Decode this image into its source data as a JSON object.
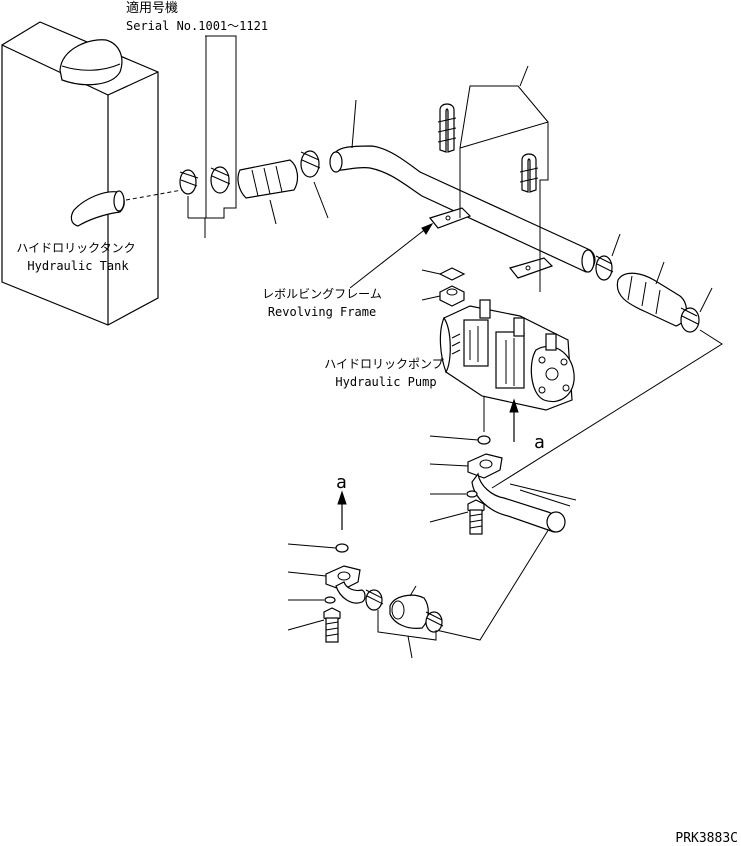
{
  "applicability": {
    "heading": "適用号機",
    "serial": "Serial No.1001～1121"
  },
  "labels": {
    "tank_jp": "ハイドロリックタンク",
    "tank_en": "Hydraulic Tank",
    "frame_jp": "レボルビングフレーム",
    "frame_en": "Revolving Frame",
    "pump_jp": "ハイドロリックポンプ",
    "pump_en": "Hydraulic Pump",
    "view_a_upper": "a",
    "view_a_lower": "a"
  },
  "drawing_id": "PRK3883C"
}
